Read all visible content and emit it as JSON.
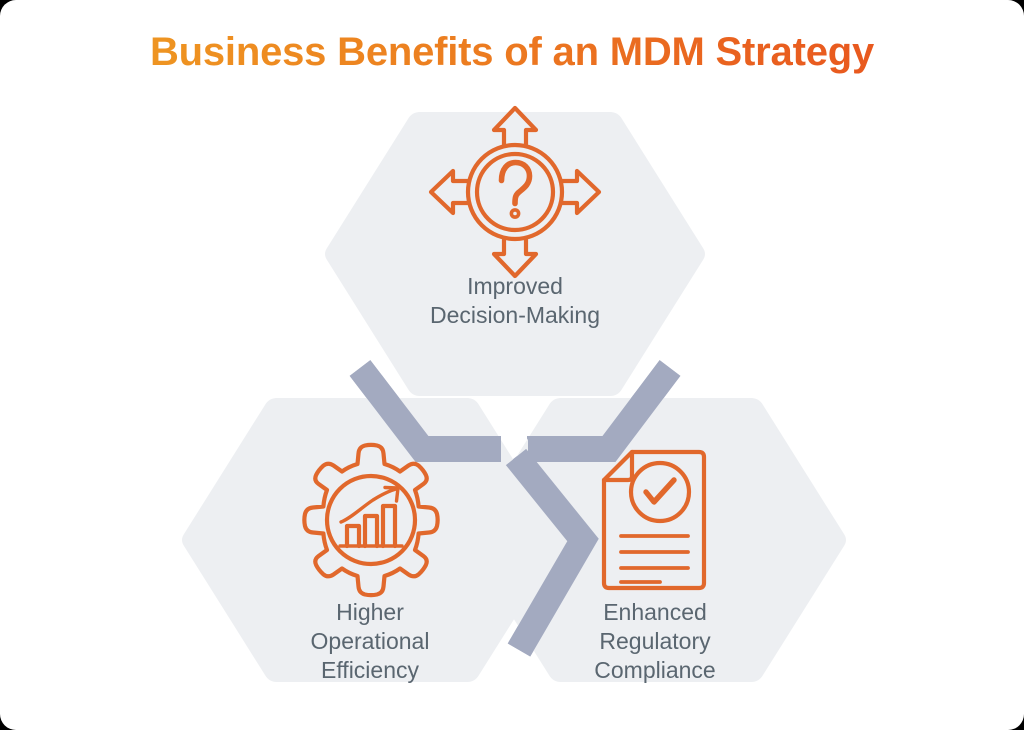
{
  "page": {
    "title": "Business Benefits of an MDM Strategy",
    "background_color": "#ffffff",
    "title_gradient_from": "#EFA025",
    "title_gradient_to": "#E8501E"
  },
  "theme": {
    "hexagon_fill": "#EDEFF2",
    "connector_color": "#A3AAC0",
    "icon_color": "#E1682C",
    "label_color": "#5A6670"
  },
  "diagram": {
    "type": "hexagon-cluster",
    "nodes": [
      {
        "id": "improved-decision-making",
        "position": "top",
        "icon": "question-mark-four-arrows-icon",
        "label_lines": [
          "Improved",
          "Decision-Making"
        ],
        "label_text": "Improved Decision-Making"
      },
      {
        "id": "higher-operational-efficiency",
        "position": "bottom-left",
        "icon": "gear-bar-chart-icon",
        "label_lines": [
          "Higher",
          "Operational",
          "Efficiency"
        ],
        "label_text": "Higher Operational Efficiency"
      },
      {
        "id": "enhanced-regulatory-compliance",
        "position": "bottom-right",
        "icon": "document-check-icon",
        "label_lines": [
          "Enhanced",
          "Regulatory",
          "Compliance"
        ],
        "label_text": "Enhanced Regulatory Compliance"
      }
    ],
    "connectors": [
      {
        "id": "connector-top-left",
        "from": "improved-decision-making",
        "to": "higher-operational-efficiency"
      },
      {
        "id": "connector-top-right",
        "from": "improved-decision-making",
        "to": "enhanced-regulatory-compliance"
      },
      {
        "id": "connector-bottom",
        "from": "higher-operational-efficiency",
        "to": "enhanced-regulatory-compliance"
      }
    ]
  }
}
